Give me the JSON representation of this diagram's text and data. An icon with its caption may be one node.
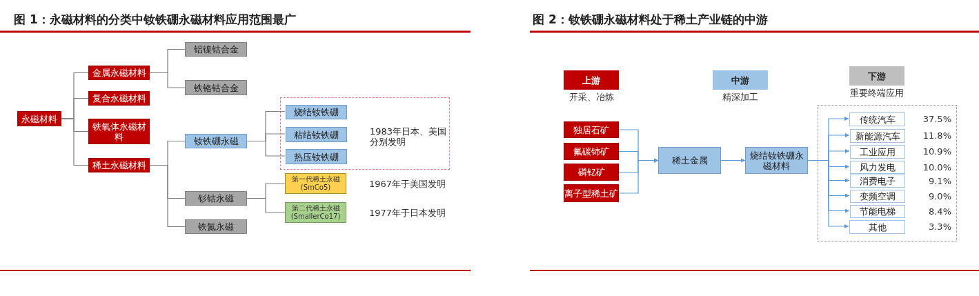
{
  "diagram": {
    "nodes": [
      {
        "text": [
          "永磁材料"
        ]
      },
      {
        "text": [
          "金属永磁材料"
        ]
      },
      {
        "text": [
          "复合永磁材料"
        ]
      },
      {
        "text": [
          "铁氧体永磁材料"
        ]
      },
      {
        "text": [
          "稀土永磁材料"
        ]
      },
      {
        "text": [
          "铝镍钴合金"
        ]
      },
      {
        "text": [
          "铁铬钴合金"
        ]
      },
      {
        "text": [
          "钕铁硼永磁"
        ]
      },
      {
        "text": [
          "钐钴永磁"
        ]
      },
      {
        "text": [
          "铁氮永磁"
        ]
      },
      {
        "text": [
          "1983年日本、美国分别发明"
        ]
      },
      {
        "text": [
          "烧结钕铁硼"
        ],
        "in": 10
      },
      {
        "text": [
          "粘结钕铁硼"
        ],
        "in": 10
      },
      {
        "text": [
          "热压钕铁硼"
        ],
        "in": 10
      },
      {
        "text": [
          "第一代稀土永磁 (SmCo5)"
        ],
        "beside": [
          "1967年于美国发明"
        ]
      },
      {
        "text": [
          "第二代稀土永磁 (SmallerCo17)"
        ],
        "beside": [
          "1977年于日本发明"
        ]
      },
      {
        "text": [
          "上游"
        ],
        "beside": [
          "开采、冶炼"
        ]
      },
      {
        "text": [
          "中游"
        ],
        "beside": [
          "精深加工"
        ]
      },
      {
        "text": [
          "下游"
        ],
        "beside": [
          "重要终端应用"
        ]
      },
      {
        "text": [
          "独居石矿"
        ]
      },
      {
        "text": [
          "氟碳铈矿"
        ]
      },
      {
        "text": [
          "磷钇矿"
        ]
      },
      {
        "text": [
          "离子型稀土矿"
        ]
      },
      {
        "text": [
          "稀土金属"
        ]
      },
      {
        "text": [
          "烧结钕铁硼永磁材料"
        ]
      },
      {
        "text": [],
        "shape": "box"
      },
      {
        "text": [
          "传统汽车"
        ],
        "in": 25,
        "beside": [
          "37.5%"
        ]
      },
      {
        "text": [
          "新能源汽车"
        ],
        "in": 25,
        "beside": [
          "11.8%"
        ]
      },
      {
        "text": [
          "工业应用"
        ],
        "in": 25,
        "beside": [
          "10.9%"
        ]
      },
      {
        "text": [
          "风力发电"
        ],
        "in": 25,
        "beside": [
          "10.0%"
        ]
      },
      {
        "text": [
          "消费电子"
        ],
        "in": 25,
        "beside": [
          "9.1%"
        ]
      },
      {
        "text": [
          "变频空调"
        ],
        "in": 25,
        "beside": [
          "9.0%"
        ]
      },
      {
        "text": [
          "节能电梯"
        ],
        "in": 25,
        "beside": [
          "8.4%"
        ]
      },
      {
        "text": [
          "其他"
        ],
        "in": 25,
        "beside": [
          "3.3%"
        ]
      }
    ],
    "edges": [
      {
        "from": 0,
        "to": 1,
        "arrow": "none"
      },
      {
        "from": 0,
        "to": 2,
        "arrow": "none"
      },
      {
        "from": 0,
        "to": 3,
        "arrow": "none"
      },
      {
        "from": 0,
        "to": 4,
        "arrow": "none"
      },
      {
        "from": 1,
        "to": 5,
        "arrow": "none"
      },
      {
        "from": 1,
        "to": 6,
        "arrow": "none"
      },
      {
        "from": 4,
        "to": 7,
        "arrow": "none"
      },
      {
        "from": 4,
        "to": 8,
        "arrow": "none"
      },
      {
        "from": 4,
        "to": 9,
        "arrow": "none"
      },
      {
        "from": 7,
        "to": 11,
        "arrow": "none"
      },
      {
        "from": 7,
        "to": 12,
        "arrow": "none"
      },
      {
        "from": 7,
        "to": 13,
        "arrow": "none"
      },
      {
        "from": 8,
        "to": 14,
        "arrow": "none"
      },
      {
        "from": 8,
        "to": 15,
        "arrow": "none"
      },
      {
        "from": 19,
        "to": 23,
        "arrow": "to",
        "color": "#5b9bd5"
      },
      {
        "from": 20,
        "to": 23,
        "arrow": "to",
        "color": "#5b9bd5"
      },
      {
        "from": 21,
        "to": 23,
        "arrow": "to",
        "color": "#5b9bd5"
      },
      {
        "from": 22,
        "to": 23,
        "arrow": "to",
        "color": "#5b9bd5"
      },
      {
        "from": 23,
        "to": 24,
        "arrow": "to",
        "color": "#5b9bd5"
      },
      {
        "from": 24,
        "to": 26,
        "arrow": "to",
        "color": "#5b9bd5"
      },
      {
        "from": 24,
        "to": 27,
        "arrow": "to",
        "color": "#5b9bd5"
      },
      {
        "from": 24,
        "to": 28,
        "arrow": "to",
        "color": "#5b9bd5"
      },
      {
        "from": 24,
        "to": 29,
        "arrow": "to",
        "color": "#5b9bd5"
      },
      {
        "from": 24,
        "to": 30,
        "arrow": "to",
        "color": "#5b9bd5"
      },
      {
        "from": 24,
        "to": 31,
        "arrow": "to",
        "color": "#5b9bd5"
      },
      {
        "from": 24,
        "to": 32,
        "arrow": "to",
        "color": "#5b9bd5"
      },
      {
        "from": 24,
        "to": 33,
        "arrow": "to",
        "color": "#5b9bd5"
      }
    ],
    "labels": [
      "图 1：永磁材料的分类中钕铁硼永磁材料应用范围最广",
      "图 2：钕铁硼永磁材料处于稀土产业链的中游"
    ]
  }
}
